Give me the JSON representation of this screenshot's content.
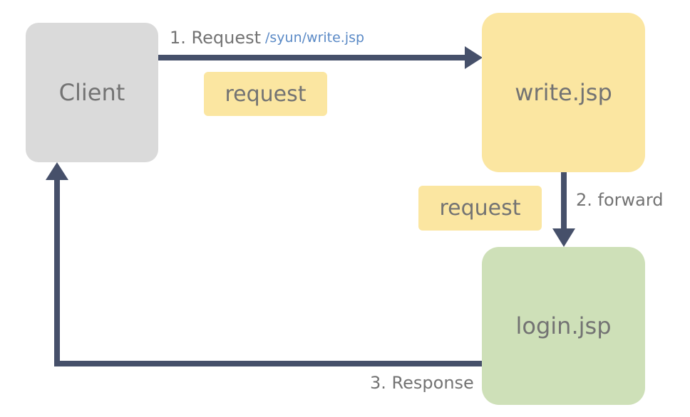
{
  "nodes": {
    "client": "Client",
    "write": "write.jsp",
    "login": "login.jsp"
  },
  "tags": {
    "request_1": "request",
    "request_2": "request"
  },
  "edges": {
    "request": "1. Request",
    "request_url": "/syun/write.jsp",
    "forward": "2. forward",
    "response": "3. Response"
  },
  "colors": {
    "client": "#dadada",
    "write": "#fbe6a1",
    "login": "#cee0b8",
    "arrow": "#46506a",
    "text": "#737373",
    "url": "#5b8ac6"
  }
}
